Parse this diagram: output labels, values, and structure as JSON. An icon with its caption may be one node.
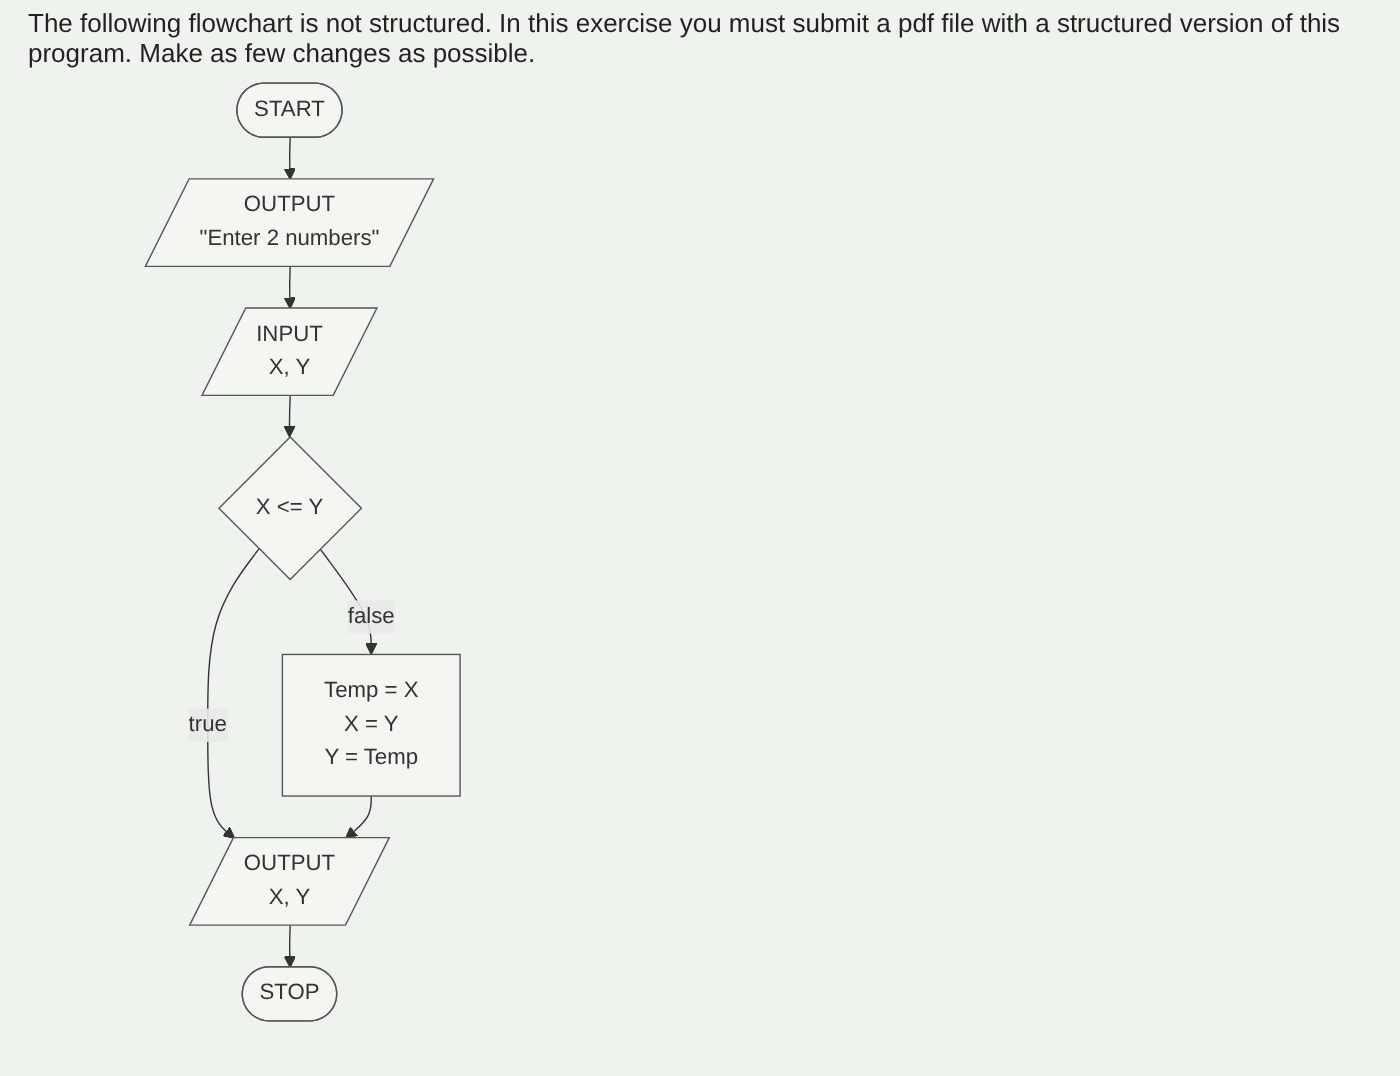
{
  "diagram": {
    "nodes": [
      {
        "text": [
          "START"
        ]
      },
      {
        "text": [
          "OUTPUT",
          "\"Enter 2 numbers\""
        ]
      },
      {
        "text": [
          "INPUT",
          "X, Y"
        ]
      },
      {
        "text": [
          "X <= Y"
        ]
      },
      {
        "text": [
          "Temp = X",
          "X = Y",
          "Y = Temp"
        ]
      },
      {
        "text": [
          "OUTPUT",
          "X, Y"
        ]
      },
      {
        "text": [
          "STOP"
        ]
      }
    ],
    "edges": [
      {
        "from": 0,
        "to": 1,
        "arrow": "to"
      },
      {
        "from": 1,
        "to": 2,
        "arrow": "to"
      },
      {
        "from": 2,
        "to": 3,
        "arrow": "to"
      },
      {
        "from": 3,
        "to": 4,
        "arrow": "to",
        "label": "false"
      },
      {
        "from": 3,
        "to": 5,
        "arrow": "to",
        "label": "true"
      },
      {
        "from": 4,
        "to": 5,
        "arrow": "to"
      },
      {
        "from": 5,
        "to": 6,
        "arrow": "to"
      }
    ],
    "labels": [
      "The following flowchart is not structured. In this exercise you must submit a pdf file with a structured version of this program. Make as few changes as possible."
    ]
  }
}
